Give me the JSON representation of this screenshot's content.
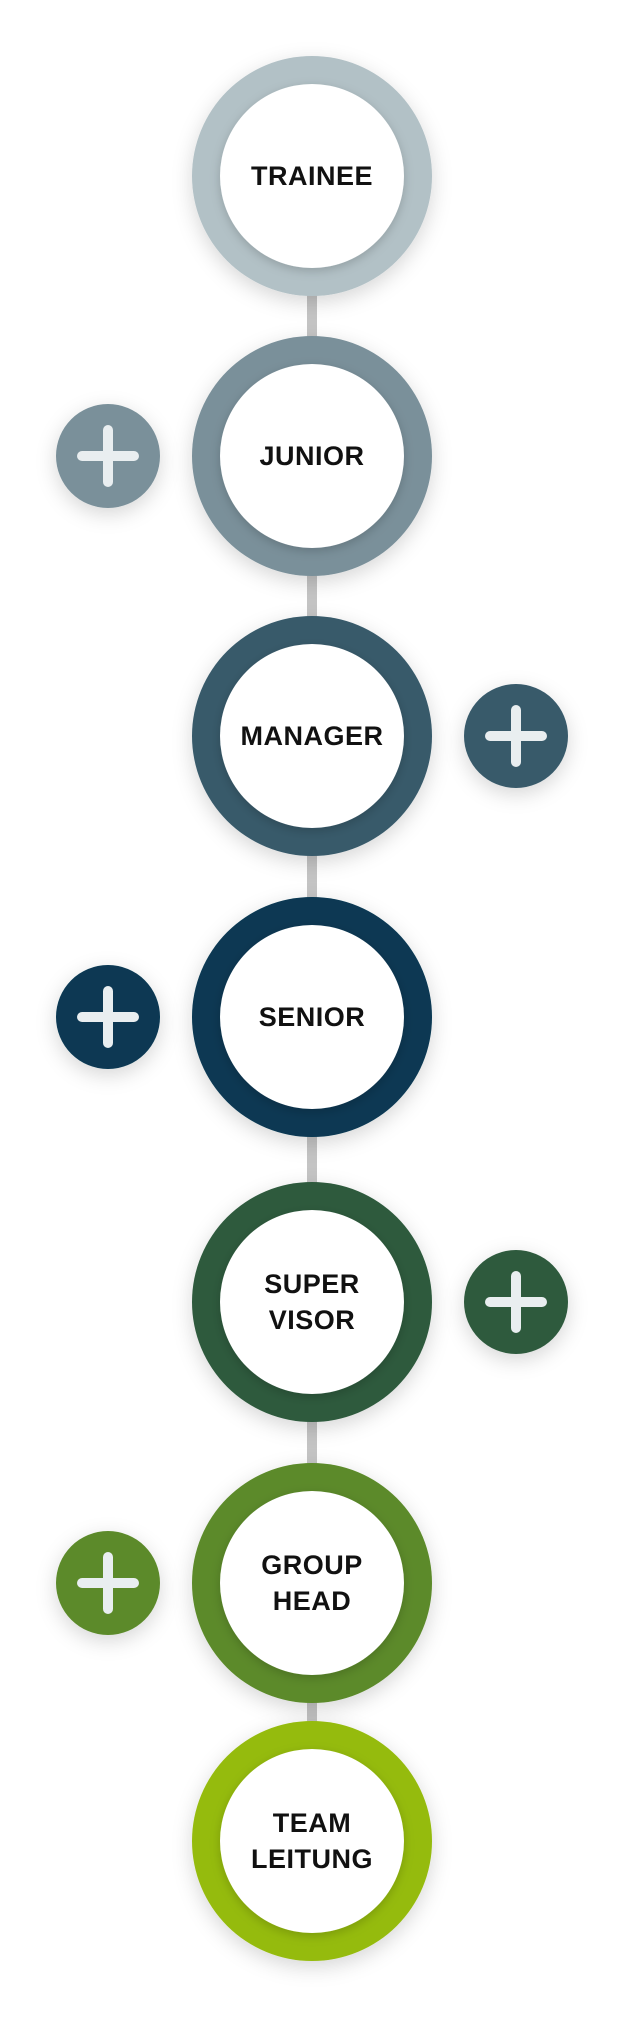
{
  "stages": [
    {
      "lines": [
        "TRAINEE"
      ],
      "color": "#b2c1c6",
      "plus": "none"
    },
    {
      "lines": [
        "JUNIOR"
      ],
      "color": "#7a909a",
      "plus": "left"
    },
    {
      "lines": [
        "MANAGER"
      ],
      "color": "#375a6b",
      "plus": "right"
    },
    {
      "lines": [
        "SENIOR"
      ],
      "color": "#073952",
      "plus": "left"
    },
    {
      "lines": [
        "SUPER",
        "VISOR"
      ],
      "color": "#2d5a3d",
      "plus": "right"
    },
    {
      "lines": [
        "GROUP",
        "HEAD"
      ],
      "color": "#5b8a2a",
      "plus": "left"
    },
    {
      "lines": [
        "TEAM",
        "LEITUNG"
      ],
      "color": "#95bb0e",
      "plus": "none"
    }
  ],
  "connector_color": "#c4c4c4",
  "plus_icon": "plus-icon"
}
